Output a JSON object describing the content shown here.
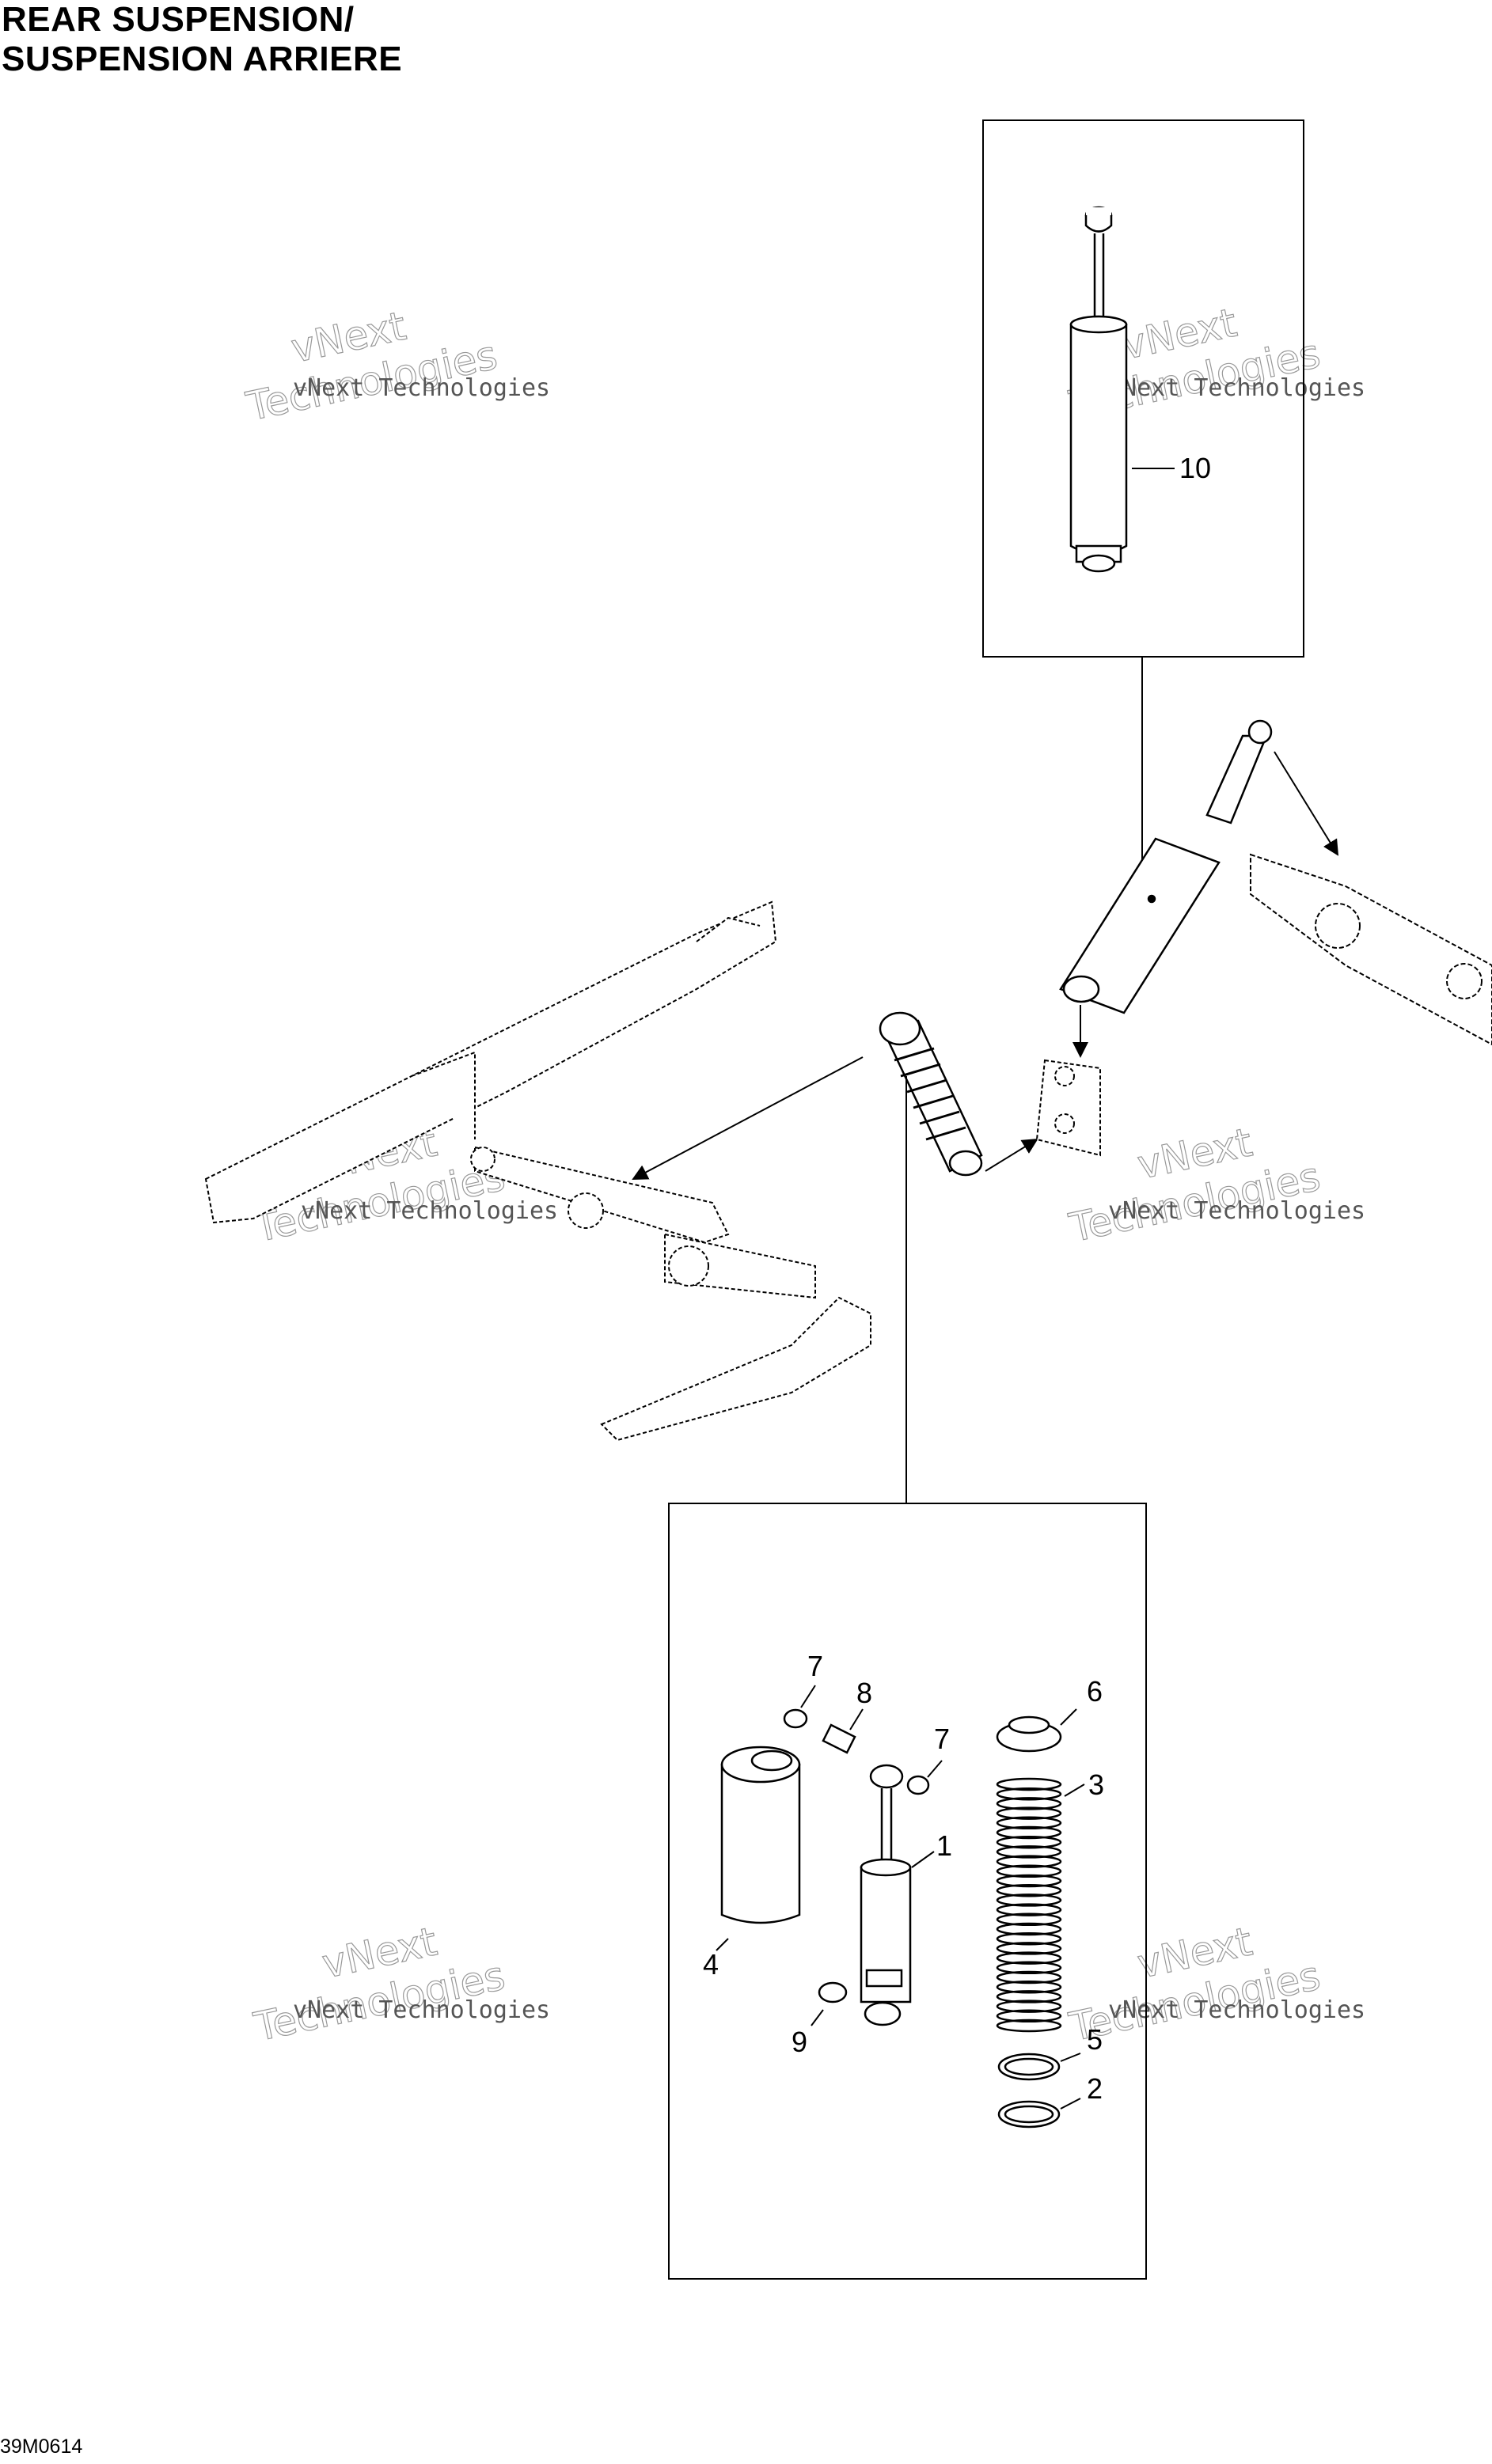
{
  "title": {
    "line1": "REAR SUSPENSION/",
    "line2": "SUSPENSION ARRIERE"
  },
  "figure_code": "39M0614",
  "watermark": {
    "line1": "vNext Technologies",
    "line2": "vNext",
    "line3": "Technologies"
  },
  "callouts": {
    "c1": "1",
    "c2": "2",
    "c3": "3",
    "c4": "4",
    "c5": "5",
    "c6": "6",
    "c7a": "7",
    "c7b": "7",
    "c8": "8",
    "c9": "9",
    "c10": "10"
  },
  "colors": {
    "line": "#000000",
    "background": "#ffffff"
  }
}
